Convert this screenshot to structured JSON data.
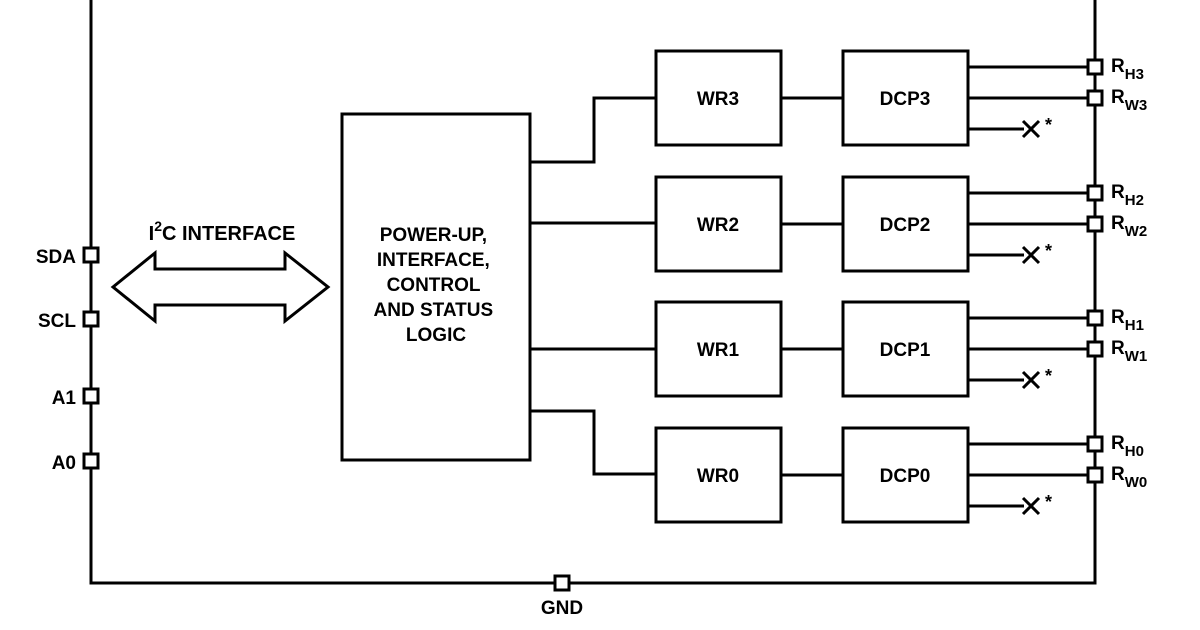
{
  "left_pins": {
    "sda": "SDA",
    "scl": "SCL",
    "a1": "A1",
    "a0": "A0"
  },
  "bottom_pin": "GND",
  "interface": {
    "prefix": "I",
    "sup": "2",
    "suffix": "C INTERFACE"
  },
  "control_block": {
    "lines": [
      "POWER-UP,",
      "INTERFACE,",
      "CONTROL",
      "AND STATUS",
      "LOGIC"
    ]
  },
  "channels": [
    {
      "wr": "WR3",
      "dcp": "DCP3",
      "rh_sub": "H3",
      "rw_sub": "W3"
    },
    {
      "wr": "WR2",
      "dcp": "DCP2",
      "rh_sub": "H2",
      "rw_sub": "W2"
    },
    {
      "wr": "WR1",
      "dcp": "DCP1",
      "rh_sub": "H1",
      "rw_sub": "W1"
    },
    {
      "wr": "WR0",
      "dcp": "DCP0",
      "rh_sub": "H0",
      "rw_sub": "W0"
    }
  ],
  "pin_letter": "R",
  "nc_mark": "*"
}
